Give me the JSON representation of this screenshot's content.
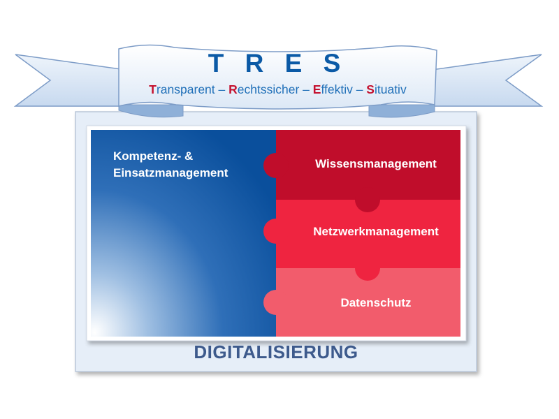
{
  "banner": {
    "title": "T R E S",
    "subtitle_parts": [
      {
        "initial": "T",
        "rest": "ransparent"
      },
      {
        "initial": "R",
        "rest": "echtssicher"
      },
      {
        "initial": "E",
        "rest": "ffektiv"
      },
      {
        "initial": "S",
        "rest": "ituativ"
      }
    ],
    "separator": " – "
  },
  "blocks": {
    "left": "Kompetenz- & Einsatzmanagement",
    "left_line1": "Kompetenz- &",
    "left_line2": "Einsatzmanagement",
    "right": [
      {
        "label": "Wissensmanagement",
        "color": "#c00d2b"
      },
      {
        "label": "Netzwerkmanagement",
        "color": "#ef2440"
      },
      {
        "label": "Datenschutz",
        "color": "#f25c6c"
      }
    ]
  },
  "footer": {
    "label": "DIGITALISIERUNG"
  },
  "colors": {
    "blue_dark": "#0a4f9c",
    "blue_text": "#0b5aa6",
    "red_initial": "#c4102e",
    "frame_bg": "#e6eef8",
    "footer_text": "#3d5a8c"
  }
}
